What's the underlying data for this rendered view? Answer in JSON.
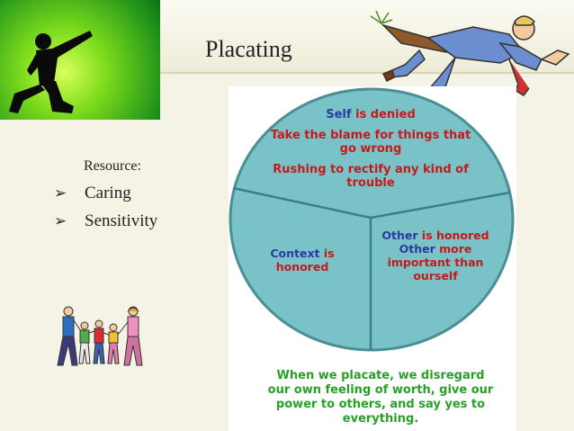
{
  "slide": {
    "title": "Placating",
    "resource_label": "Resource:",
    "bullets": [
      "Caring",
      "Sensitivity"
    ],
    "bullet_glyph": "➢"
  },
  "diagram": {
    "top_segment": {
      "line1_highlight": "Self",
      "line1_rest": " is denied",
      "line2": "Take the blame for things that",
      "line3": "go wrong",
      "line4": "Rushing to rectify any kind of",
      "line5": "trouble"
    },
    "left_segment": {
      "line1_highlight": "Context",
      "line1_rest": " is",
      "line2": "honored"
    },
    "right_segment": {
      "line1_highlight": "Other",
      "line1_rest": " is honored",
      "line2_highlight": "Other",
      "line2_rest": " more",
      "line3": "important than",
      "line4": "ourself"
    },
    "caption_lines": [
      "When we placate, we disregard",
      "our own feeling of worth, give our",
      "power to others, and say yes to",
      "everything."
    ]
  },
  "colors": {
    "pie_fill": "#79c3c8",
    "pie_border": "#4b8f95",
    "highlight_text": "#2a3aa0",
    "body_text": "#c41a1a",
    "caption_text": "#28a028"
  },
  "icons": [
    "kneeling-pointing-figure-icon",
    "stumbling-man-icon",
    "family-icon"
  ]
}
